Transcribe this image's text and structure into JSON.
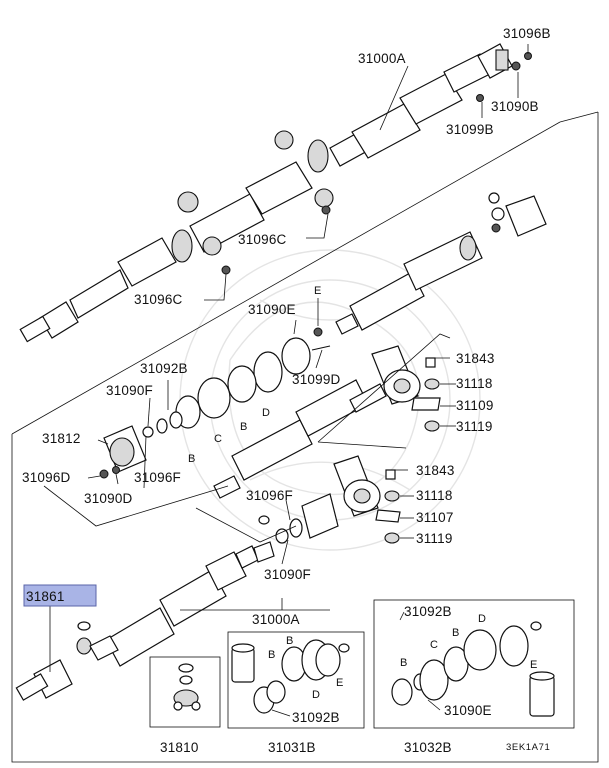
{
  "diagram": {
    "highlight_color": "#a9b4e6",
    "reference_code": "3EK1A71",
    "labels": {
      "p31096B": "31096B",
      "p31000A_top": "31000A",
      "p31090B": "31090B",
      "p31099B": "31099B",
      "p31096C_a": "31096C",
      "p31096C_b": "31096C",
      "p31090E_upper": "31090E",
      "p31099D": "31099D",
      "p31843_a": "31843",
      "p31118_a": "31118",
      "p31109": "31109",
      "p31119_a": "31119",
      "p31092B_mid": "31092B",
      "p31090F_mid": "31090F",
      "p31812": "31812",
      "p31096D": "31096D",
      "p31096F_a": "31096F",
      "p31090D": "31090D",
      "p31843_b": "31843",
      "p31118_b": "31118",
      "p31107": "31107",
      "p31119_b": "31119",
      "p31096F_b": "31096F",
      "p31090F_low": "31090F",
      "p31861": "31861",
      "p31000A_low": "31000A",
      "p31092B_box2": "31092B",
      "p31090E_box3": "31090E",
      "p31092B_box3": "31092B",
      "p31810": "31810",
      "p31031B": "31031B",
      "p31032B": "31032B"
    },
    "letters": {
      "E_upper": "E",
      "B_a": "B",
      "C_a": "C",
      "B_b": "B",
      "D_a": "D",
      "B_box2": "B",
      "B_box2b": "B",
      "D_box2": "D",
      "E_box2": "E",
      "B_box3": "B",
      "C_box3": "C",
      "B_box3b": "B",
      "D_box3": "D",
      "E_box3": "E"
    }
  }
}
